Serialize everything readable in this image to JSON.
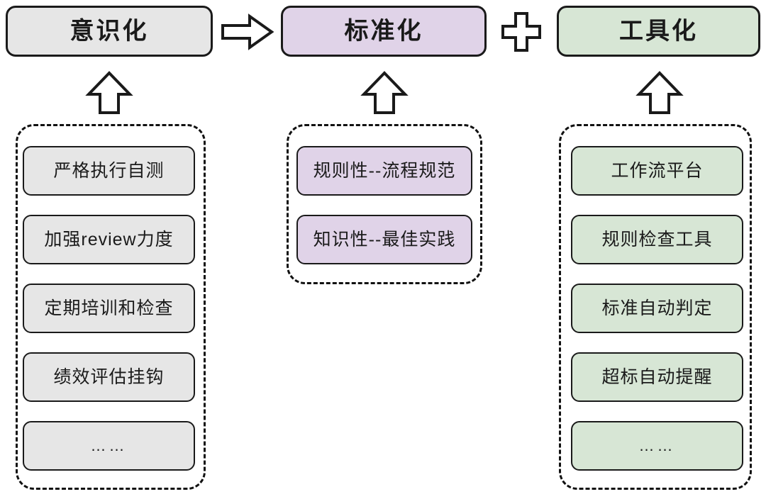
{
  "diagram": {
    "title_flow": "意识化 => 标准化 + 工具化",
    "colors": {
      "gray_fill": "#e6e6e6",
      "purple_fill": "#e0d3e8",
      "green_fill": "#d7e6d5",
      "stroke": "#1a1a1a",
      "background": "#ffffff"
    },
    "connectors": [
      {
        "name": "arrow-right",
        "glyph": "=>",
        "between": "意识化 -> 标准化"
      },
      {
        "name": "plus",
        "glyph": "+",
        "between": "标准化 + 工具化"
      },
      {
        "name": "arrow-up-col1",
        "glyph": "^",
        "points_to": "意识化"
      },
      {
        "name": "arrow-up-col2",
        "glyph": "^",
        "points_to": "标准化"
      },
      {
        "name": "arrow-up-col3",
        "glyph": "^",
        "points_to": "工具化"
      }
    ],
    "columns": [
      {
        "id": "awareness",
        "header": "意识化",
        "theme": "gray",
        "items": [
          "严格执行自测",
          "加强review力度",
          "定期培训和检查",
          "绩效评估挂钩",
          "……"
        ]
      },
      {
        "id": "standardization",
        "header": "标准化",
        "theme": "purple",
        "items": [
          "规则性--流程规范",
          "知识性--最佳实践"
        ]
      },
      {
        "id": "toolification",
        "header": "工具化",
        "theme": "green",
        "items": [
          "工作流平台",
          "规则检查工具",
          "标准自动判定",
          "超标自动提醒",
          "……"
        ]
      }
    ]
  }
}
